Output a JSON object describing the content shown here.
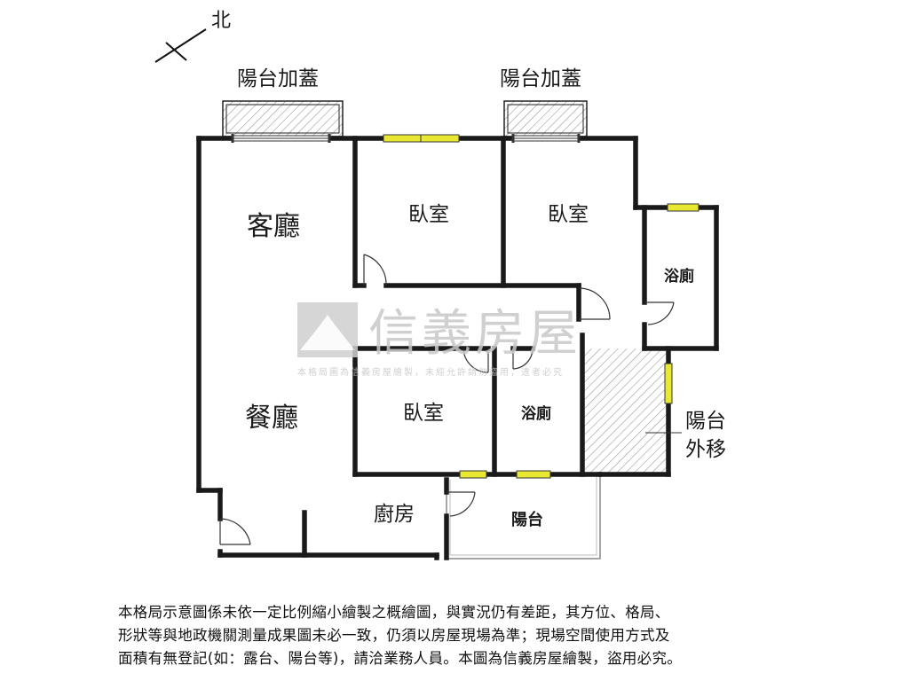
{
  "compass": {
    "north_label": "北"
  },
  "labels": {
    "balcony_cover_left": "陽台加蓋",
    "balcony_cover_right": "陽台加蓋",
    "living_room": "客廳",
    "dining_room": "餐廳",
    "bedroom_1": "臥室",
    "bedroom_2": "臥室",
    "bedroom_3": "臥室",
    "bathroom_1": "浴廁",
    "bathroom_2": "浴廁",
    "kitchen": "廚房",
    "balcony": "陽台",
    "balcony_moved_line1": "陽台",
    "balcony_moved_line2": "外移"
  },
  "watermark": {
    "brand": "信義房屋",
    "notice": "本格局圖為信義房屋繪製，未經允許請勿盜用，違者必究"
  },
  "disclaimer": {
    "line1": "本格局示意圖係未依一定比例縮小繪製之概繪圖，與實況仍有差距，其方位、格局、",
    "line2": "形狀等與地政機關測量成果圖未必一致，仍須以房屋現場為準；現場空間使用方式及",
    "line3": "面積有無登記(如：露台、陽台等)，請洽業務人員。本圖為信義房屋繪製，盜用必究。"
  },
  "colors": {
    "wall": "#1a1a1a",
    "window": "#e8e832",
    "watermark": "#c8c8c8"
  }
}
